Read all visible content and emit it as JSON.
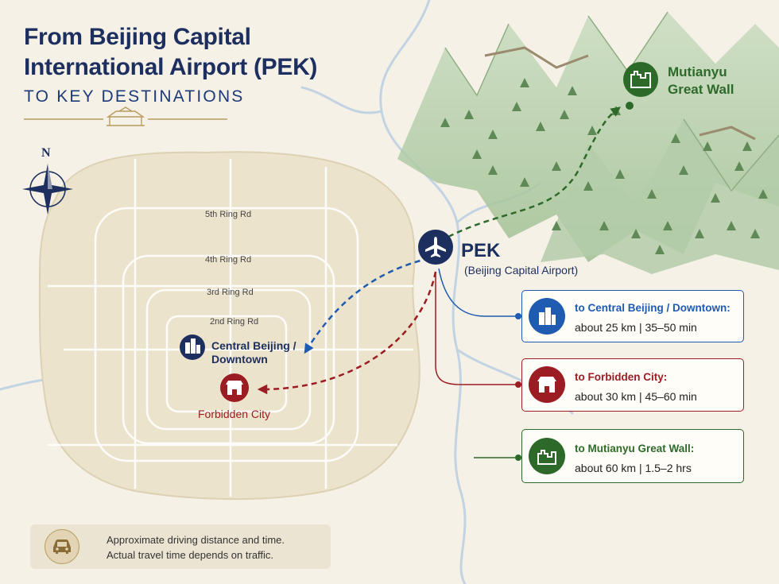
{
  "header": {
    "title_line1": "From Beijing Capital",
    "title_line2": "International Airport (PEK)",
    "subtitle": "TO KEY DESTINATIONS"
  },
  "compass": {
    "north_label": "N"
  },
  "rings": {
    "fifth": "5th Ring Rd",
    "fourth": "4th Ring Rd",
    "third": "3rd Ring Rd",
    "second": "2nd Ring Rd"
  },
  "airport": {
    "code": "PEK",
    "name": "(Beijing Capital Airport)",
    "icon": "plane-icon"
  },
  "places": {
    "downtown_line1": "Central Beijing /",
    "downtown_line2": "Downtown",
    "forbidden_city": "Forbidden City",
    "great_wall_line1": "Mutianyu",
    "great_wall_line2": "Great Wall"
  },
  "routes": [
    {
      "title": "to Central Beijing / Downtown:",
      "detail": "about 25 km  |  35–50 min",
      "color": "#1f5bb0",
      "icon": "buildings-icon"
    },
    {
      "title": "to Forbidden City:",
      "detail": "about 30 km  |  45–60 min",
      "color": "#9b1c22",
      "icon": "palace-gate-icon"
    },
    {
      "title": "to Mutianyu Great Wall:",
      "detail": "about 60 km  |  1.5–2 hrs",
      "color": "#2d6a2a",
      "icon": "great-wall-icon"
    }
  ],
  "colors": {
    "navy": "#1d2f5e",
    "blue_route": "#1f5bb0",
    "red_route": "#9b1c22",
    "green_route": "#2d6a2a",
    "land": "#f6f1e6",
    "city": "#ece3cc",
    "river": "#c2d3e3",
    "mountain": "#bcd3b2"
  },
  "note": {
    "line1": "Approximate driving distance and time.",
    "line2": "Actual travel time depends on traffic.",
    "icon": "car-icon"
  }
}
